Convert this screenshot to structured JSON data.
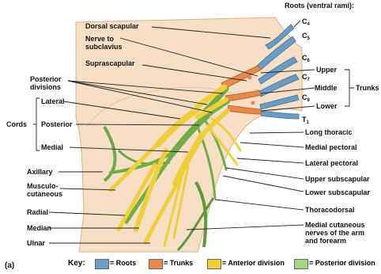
{
  "colors": {
    "roots": "#6a9cc4",
    "trunks": "#e68a4c",
    "anterior": "#f0cf3a",
    "posterior": "#8cc256",
    "skin": "#f6dfc4",
    "skin_edge": "#d9b28a",
    "line": "#222222"
  },
  "header": {
    "roots_title": "Roots (ventral rami):"
  },
  "roots": [
    {
      "letter": "C",
      "sub": "4"
    },
    {
      "letter": "C",
      "sub": "5"
    },
    {
      "letter": "C",
      "sub": "6"
    },
    {
      "letter": "C",
      "sub": "7"
    },
    {
      "letter": "C",
      "sub": "8"
    },
    {
      "letter": "T",
      "sub": "1"
    }
  ],
  "trunks": {
    "title": "Trunks",
    "upper": "Upper",
    "middle": "Middle",
    "lower": "Lower"
  },
  "cords": {
    "title": "Cords",
    "lateral": "Lateral",
    "posterior": "Posterior",
    "medial": "Medial"
  },
  "left_labels": {
    "dorsal_scapular": "Dorsal scapular",
    "nerve_to_subclavius": "Nerve to subclavius",
    "suprascapular": "Suprascapular",
    "posterior_divisions": "Posterior divisions",
    "axillary": "Axillary",
    "musculocutaneous": "Musculo-cutaneous",
    "radial": "Radial",
    "median": "Median",
    "ulnar": "Ulnar"
  },
  "right_labels": {
    "long_thoracic": "Long thoracic",
    "medial_pectoral": "Medial pectoral",
    "lateral_pectoral": "Lateral pectoral",
    "upper_subscapular": "Upper subscapular",
    "lower_subscapular": "Lower subscapular",
    "thoracodorsal": "Thoracodorsal",
    "medial_cutaneous": "Medial cutaneous nerves of the arm and forearm"
  },
  "panel_label": "(a)",
  "key": {
    "title": "Key:",
    "items": [
      {
        "label": "= Roots",
        "color": "#6a9cc4"
      },
      {
        "label": "= Trunks",
        "color": "#e68a4c"
      },
      {
        "label": "= Anterior division",
        "color": "#f0cf3a"
      },
      {
        "label": "= Posterior division",
        "color": "#a9d483"
      }
    ]
  }
}
